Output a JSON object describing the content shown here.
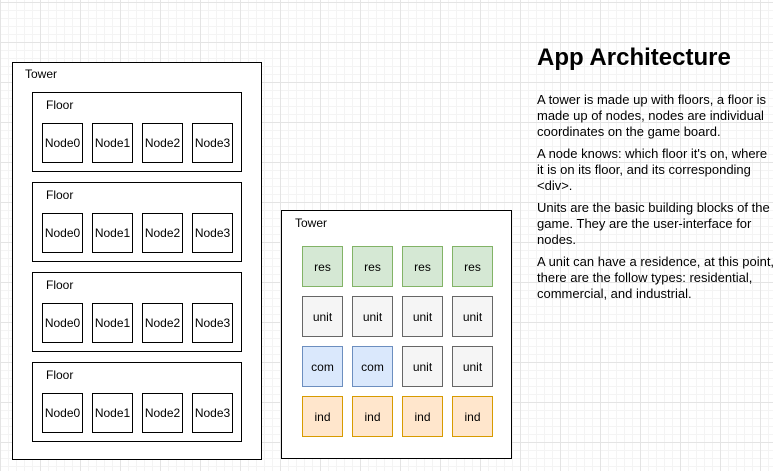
{
  "diagram": {
    "node_tower": {
      "label": "Tower",
      "floors": [
        {
          "label": "Floor",
          "nodes": [
            "Node0",
            "Node1",
            "Node2",
            "Node3"
          ]
        },
        {
          "label": "Floor",
          "nodes": [
            "Node0",
            "Node1",
            "Node2",
            "Node3"
          ]
        },
        {
          "label": "Floor",
          "nodes": [
            "Node0",
            "Node1",
            "Node2",
            "Node3"
          ]
        },
        {
          "label": "Floor",
          "nodes": [
            "Node0",
            "Node1",
            "Node2",
            "Node3"
          ]
        }
      ]
    },
    "unit_tower": {
      "label": "Tower",
      "grid": [
        [
          "res",
          "res",
          "res",
          "res"
        ],
        [
          "unit",
          "unit",
          "unit",
          "unit"
        ],
        [
          "com",
          "com",
          "unit",
          "unit"
        ],
        [
          "ind",
          "ind",
          "ind",
          "ind"
        ]
      ]
    },
    "unit_colors": {
      "res": {
        "fill": "#d5e8d4",
        "border": "#82b366"
      },
      "unit": {
        "fill": "#f5f5f5",
        "border": "#666666"
      },
      "com": {
        "fill": "#dae8fc",
        "border": "#6c8ebf"
      },
      "ind": {
        "fill": "#ffe6cc",
        "border": "#d79b00"
      }
    },
    "shape_border_color": "#000000",
    "grid_minor_color": "#f4f4f4",
    "grid_major_color": "#e4e4e4"
  },
  "notes": {
    "title": "App Architecture",
    "paragraphs": [
      "A tower is made up with floors, a floor is made up of nodes, nodes are individual coordinates on the game board.",
      "A node knows: which floor it's on, where it is on its floor, and its corresponding <div>.",
      "Units are the basic building blocks of the game. They are the user-interface for nodes.",
      "A unit can have a residence, at this point, there are the follow types: residential, commercial, and industrial."
    ]
  }
}
